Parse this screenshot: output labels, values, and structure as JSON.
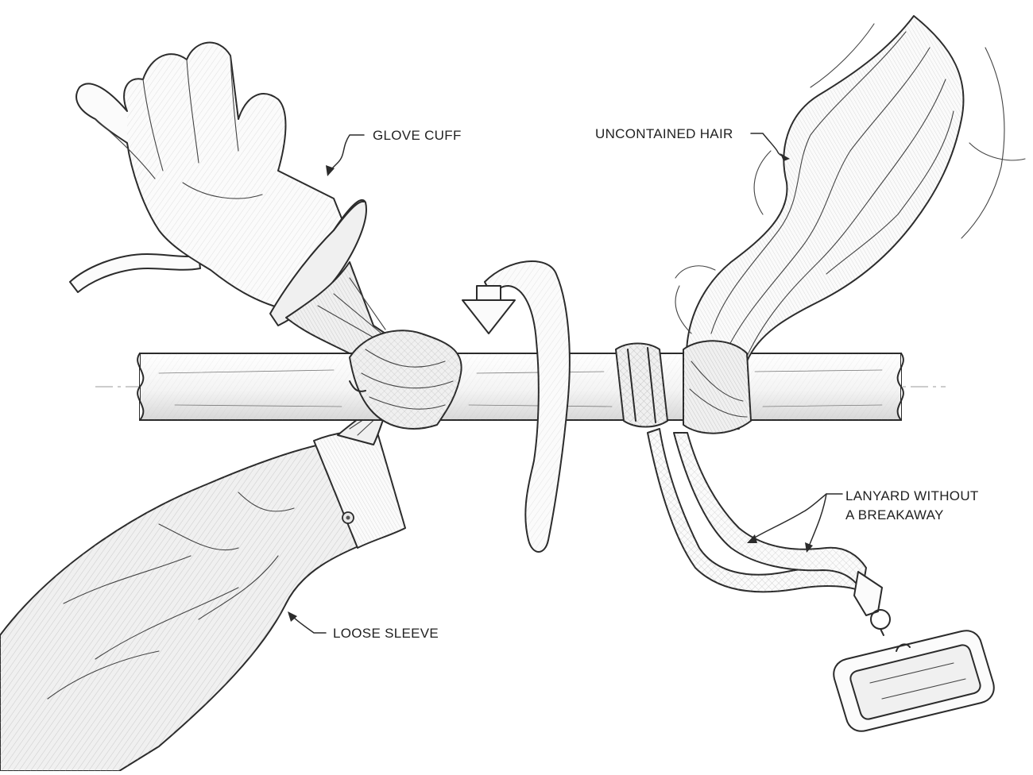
{
  "callouts": {
    "glove_cuff": "GLOVE CUFF",
    "uncontained_hair": "UNCONTAINED HAIR",
    "lanyard_line1": "LANYARD WITHOUT",
    "lanyard_line2": "A BREAKAWAY",
    "loose_sleeve": "LOOSE SLEEVE"
  },
  "colors": {
    "ink": "#2b2b2b",
    "paper": "#ffffff",
    "shade": "#f0f0f0"
  },
  "icons": [
    "rotation-arrow-icon"
  ]
}
